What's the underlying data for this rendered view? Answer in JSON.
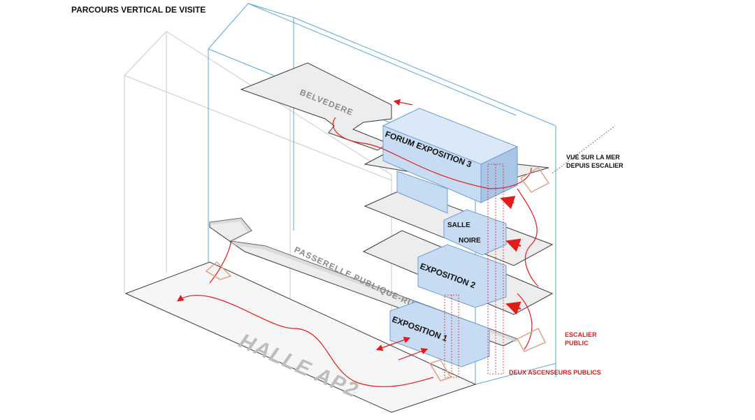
{
  "title": "PARCOURS VERTICAL DE VISITE",
  "floors": {
    "belvedere": "BELVEDERE",
    "passerelle": "PASSERELLE PUBLIQUE-RUE",
    "halle": "HALLE AP2"
  },
  "volumes": {
    "forum": "FORUM EXPOSITION 3",
    "salle_line1": "SALLE",
    "salle_line2": "NOIRE",
    "expo2": "EXPOSITION 2",
    "expo1": "EXPOSITION 1"
  },
  "annotations": {
    "vue_line1": "VUE SUR LA MER",
    "vue_line2": "DEPUIS ESCALIER",
    "escalier_line1": "ESCALIER",
    "escalier_line2": "PUBLIC",
    "ascenseurs": "DEUX ASCENSEURS PUBLICS"
  },
  "colors": {
    "outline_blue": "#5aa7dc",
    "volume_fill": "#bcd6f0",
    "volume_stroke": "#6f9fd0",
    "slab_fill": "#ededed",
    "slab_stroke": "#3a3a3a",
    "path_red": "#e21b1b",
    "ghost_grey": "#c9c9c9"
  }
}
